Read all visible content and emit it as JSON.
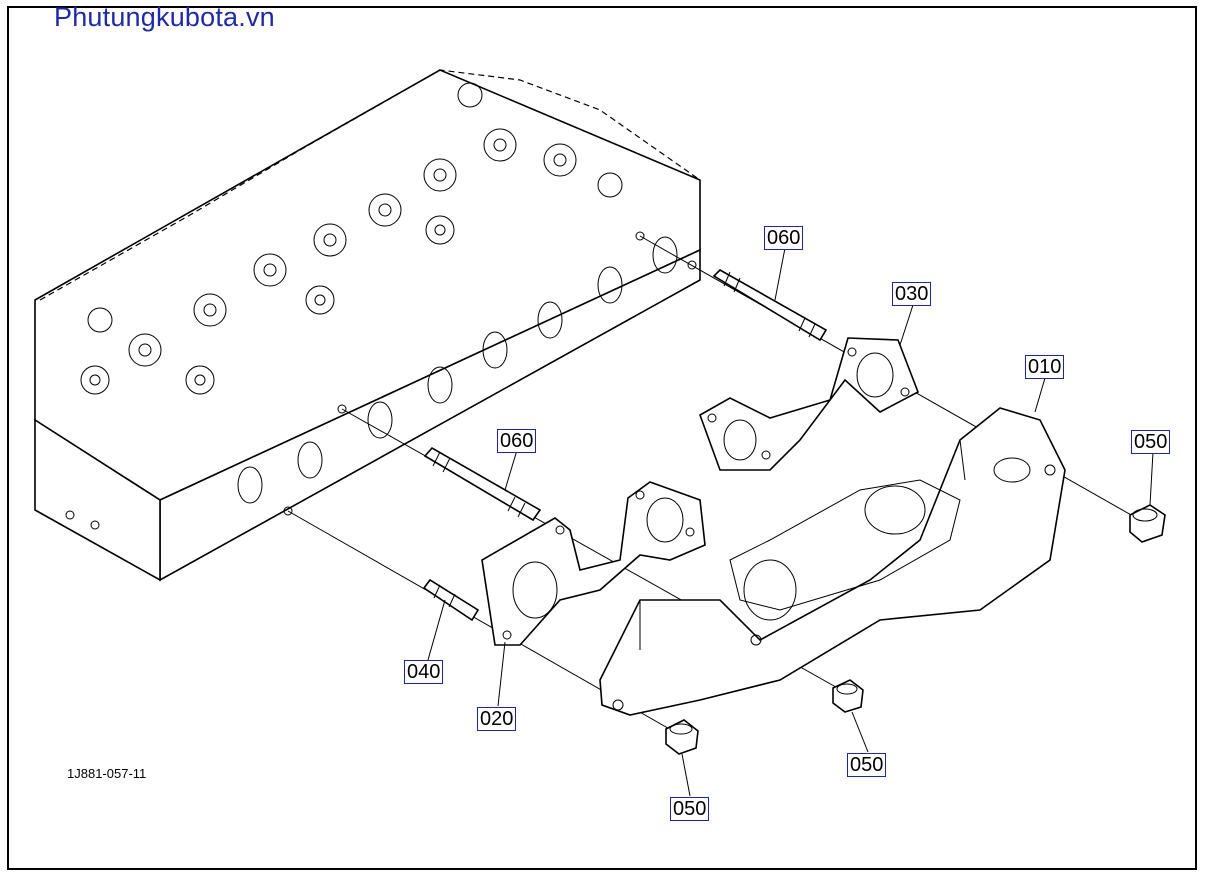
{
  "brand": "Phutungkubota.vn",
  "drawing_code": "1J881-057-11",
  "callouts": {
    "c060_top": "060",
    "c030": "030",
    "c010": "010",
    "c050_right": "050",
    "c060_mid": "060",
    "c040": "040",
    "c020": "020",
    "c050_mid": "050",
    "c050_bottom": "050"
  },
  "colors": {
    "brand": "#1f2aa8",
    "callout_border": "#1a2a9a",
    "line": "#000000"
  }
}
